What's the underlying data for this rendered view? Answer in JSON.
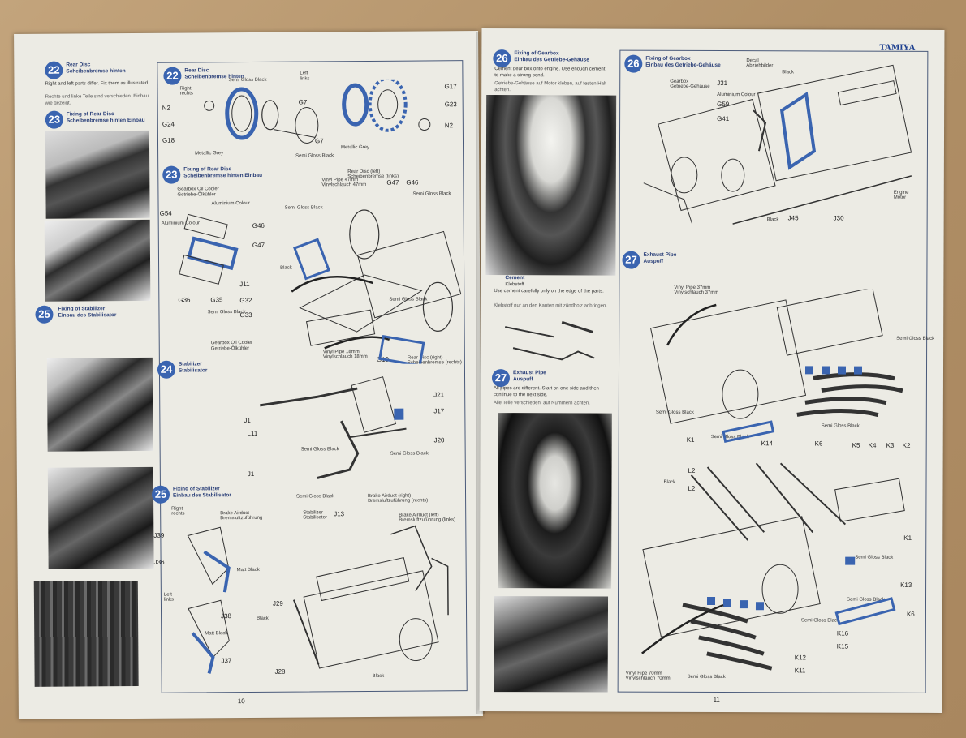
{
  "brand": "TAMIYA",
  "page_numbers": {
    "left": "10",
    "right": "11"
  },
  "left_sidebar": {
    "step22": {
      "num": "22",
      "title_en": "Rear Disc",
      "title_de": "Scheibenbremse hinten",
      "note_en": "Right and left parts differ. Fix them as illustrated.",
      "note_de": "Rechte und linke Teile sind verschieden. Einbau wie gezeigt."
    },
    "step23": {
      "num": "23",
      "title_en": "Fixing of Rear Disc",
      "title_de": "Scheibenbremse hinten Einbau"
    },
    "step25": {
      "num": "25",
      "title_en": "Fixing of Stabilizer",
      "title_de": "Einbau des Stabilisator"
    }
  },
  "step22": {
    "num": "22",
    "title_en": "Rear Disc",
    "title_de": "Scheibenbremse hinten",
    "side_left": "Left",
    "side_left_de": "links",
    "side_right": "Right",
    "side_right_de": "rechts",
    "parts": [
      "N2",
      "G24",
      "G18",
      "G7",
      "G7",
      "G17",
      "G23",
      "N2"
    ],
    "colors": [
      "Semi Gloss Black",
      "Metallic Grey",
      "Semi Gloss Black",
      "Metallic Grey"
    ]
  },
  "step23": {
    "num": "23",
    "title_en": "Fixing of Rear Disc",
    "title_de": "Scheibenbremse hinten Einbau",
    "oil_cooler": "Gearbox Oil Cooler",
    "oil_cooler_de": "Getriebe-Ölkühler",
    "aluminium": "Aluminium Colour",
    "aluminium2": "Aluminium Colour",
    "parts": [
      "G54",
      "G36",
      "G35",
      "G46",
      "G47",
      "J11",
      "G32",
      "G33",
      "G47",
      "G46",
      "G10"
    ],
    "vinyl1": "Vinyl Pipe 47mm",
    "vinyl1_de": "Vinylschlauch 47mm",
    "rear_disc_left": "Rear Disc (left)",
    "rear_disc_left_de": "Scheibenbremse (links)",
    "semi_gloss": "Semi Gloss Black",
    "black": "Black",
    "oil_cooler2": "Gearbox Oil Cooler",
    "oil_cooler2_de": "Getriebe-Ölkühler",
    "vinyl2": "Vinyl Pipe 18mm",
    "vinyl2_de": "Vinylschlauch 18mm",
    "rear_disc_right": "Rear Disc (right)",
    "rear_disc_right_de": "Scheibenbremse (rechts)"
  },
  "step24": {
    "num": "24",
    "title_en": "Stabilizer",
    "title_de": "Stabilisator",
    "parts": [
      "J21",
      "J17",
      "J1",
      "L11",
      "J20",
      "J1"
    ],
    "semi_gloss": "Semi Gloss Black"
  },
  "step25": {
    "num": "25",
    "title_en": "Fixing of Stabilizer",
    "title_de": "Einbau des Stabilisator",
    "right": "Right",
    "right_de": "rechts",
    "left": "Left",
    "left_de": "links",
    "brake_airduct": "Brake Airduct",
    "brake_airduct_de": "Bremsluftzuführung",
    "parts": [
      "J39",
      "J36",
      "J38",
      "J37",
      "J13",
      "J29",
      "J28"
    ],
    "matt_black": "Matt Black",
    "semi_gloss": "Semi Gloss Black",
    "stabilizer": "Stabilizer",
    "stabilizer_de": "Stabilisator",
    "brake_airduct_right": "Brake Airduct (right)",
    "brake_airduct_right_de": "Bremsluftzuführung (rechts)",
    "brake_airduct_left": "Brake Airduct (left)",
    "brake_airduct_left_de": "Bremsluftzuführung (links)",
    "black": "Black"
  },
  "right_sidebar": {
    "step26": {
      "num": "26",
      "title_en": "Fixing of Gearbox",
      "title_de": "Einbau des Getriebe-Gehäuse",
      "note_en": "Cement gear box onto engine. Use enough cement to make a strong bond.",
      "note_de": "Getriebe-Gehäuse auf Motor kleben, auf festen Halt achten."
    },
    "cement": {
      "title_en": "Cement",
      "title_de": "Klebstoff",
      "note_en": "Use cement carefully only on the edge of the parts.",
      "note_de": "Klebstoff nur an den Kanten mit zündholz anbringen."
    },
    "step27": {
      "num": "27",
      "title_en": "Exhaust Pipe",
      "title_de": "Auspuff",
      "note_en": "All pipes are different. Start on one side and then continue to the next side.",
      "note_de": "Alle Teile verschieden, auf Nummern achten."
    }
  },
  "step26": {
    "num": "26",
    "title_en": "Fixing of Gearbox",
    "title_de": "Einbau des Getriebe-Gehäuse",
    "decal": "Decal",
    "decal_de": "Abziehbilder",
    "black": "Black",
    "gearbox": "Gearbox",
    "gearbox_de": "Getriebe-Gehäuse",
    "aluminium": "Aluminium Colour",
    "parts": [
      "J31",
      "G59",
      "G41",
      "J45",
      "J30"
    ],
    "engine": "Engine",
    "engine_de": "Motor",
    "black2": "Black"
  },
  "step27": {
    "num": "27",
    "title_en": "Exhaust Pipe",
    "title_de": "Auspuff",
    "vinyl1": "Vinyl Pipe 37mm",
    "vinyl1_de": "Vinylschlauch 37mm",
    "semi_gloss": "Semi Gloss Black",
    "parts_top": [
      "K1",
      "K14",
      "K6",
      "K5",
      "K4",
      "K3",
      "K2"
    ],
    "parts_bottom": [
      "L2",
      "L2",
      "K1",
      "K13",
      "K6",
      "K16",
      "K15",
      "K12",
      "K11"
    ],
    "black": "Black",
    "vinyl2": "Vinyl Pipe 70mm",
    "vinyl2_de": "Vinylschlauch 70mm"
  },
  "colors": {
    "accent": "#3a64b0",
    "paper": "#ecebe4",
    "cardboard": "#b89a72",
    "ink": "#4a5a7a"
  }
}
